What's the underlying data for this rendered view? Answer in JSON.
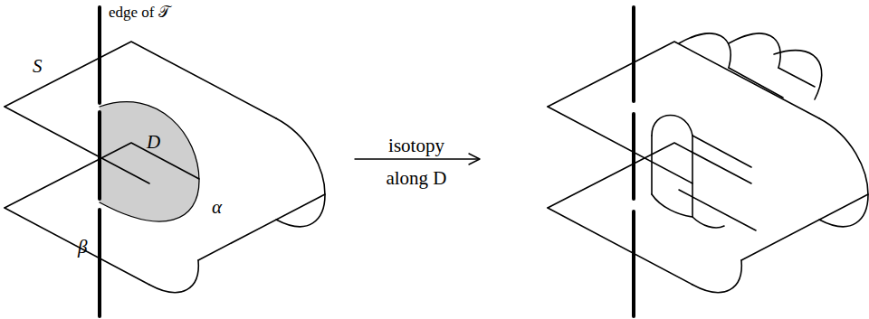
{
  "diagram": {
    "labels": [
      "edge of 𝒯",
      "S",
      "D",
      "α",
      "β",
      "isotopy",
      "along D"
    ]
  }
}
